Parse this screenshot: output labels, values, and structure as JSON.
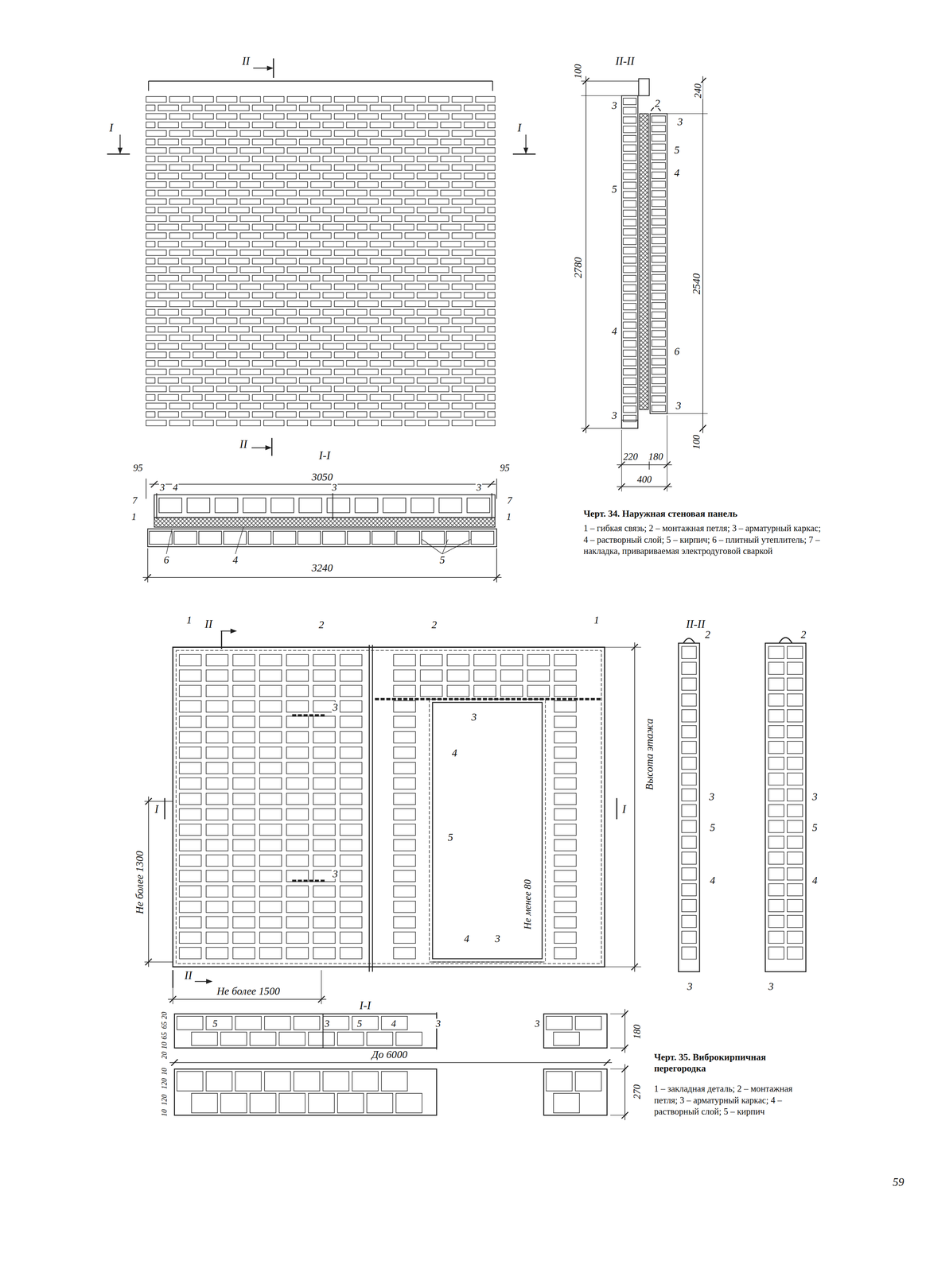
{
  "diagram": {
    "labels": [
      "II",
      "II-II",
      "100",
      "240",
      "3",
      "2",
      "3",
      "5",
      "4",
      "I",
      "I",
      "5",
      "2780",
      "2540",
      "4",
      "6",
      "3",
      "3",
      "100",
      "II",
      "I-I",
      "95",
      "3050",
      "95",
      "220",
      "180",
      "400",
      "3",
      "4",
      "3",
      "3",
      "7",
      "7",
      "1",
      "1",
      "Черт. 34. Наружная стеновая панель",
      "1 – гибкая связь; 2 – монтажная петля; 3 – арматурный каркас; 4 – растворный слой; 5 – кирпич; 6 – плитный утеплитель; 7 – накладка, привариваемая электродуговой сваркой",
      "6",
      "4",
      "5",
      "3240",
      "1",
      "II",
      "2",
      "2",
      "1",
      "II-II",
      "2",
      "2",
      "3",
      "3",
      "Высота этажа",
      "4",
      "I",
      "I",
      "3",
      "3",
      "5",
      "5",
      "5",
      "3",
      "4",
      "4",
      "Не более 1300",
      "Не менее 80",
      "4",
      "3",
      "II",
      "3",
      "3",
      "Не более 1500",
      "I-I",
      "5",
      "3",
      "5",
      "4",
      "3",
      "3",
      "20",
      "65",
      "65",
      "10",
      "20",
      "180",
      "До 6000",
      "Черт. 35. Виброкирпичная перегородка",
      "1 – закладная деталь; 2 – монтажная петля; 3 – арматурный каркас; 4 – растворный слой; 5 – кирпич",
      "10",
      "120",
      "120",
      "10",
      "270",
      "59"
    ]
  }
}
